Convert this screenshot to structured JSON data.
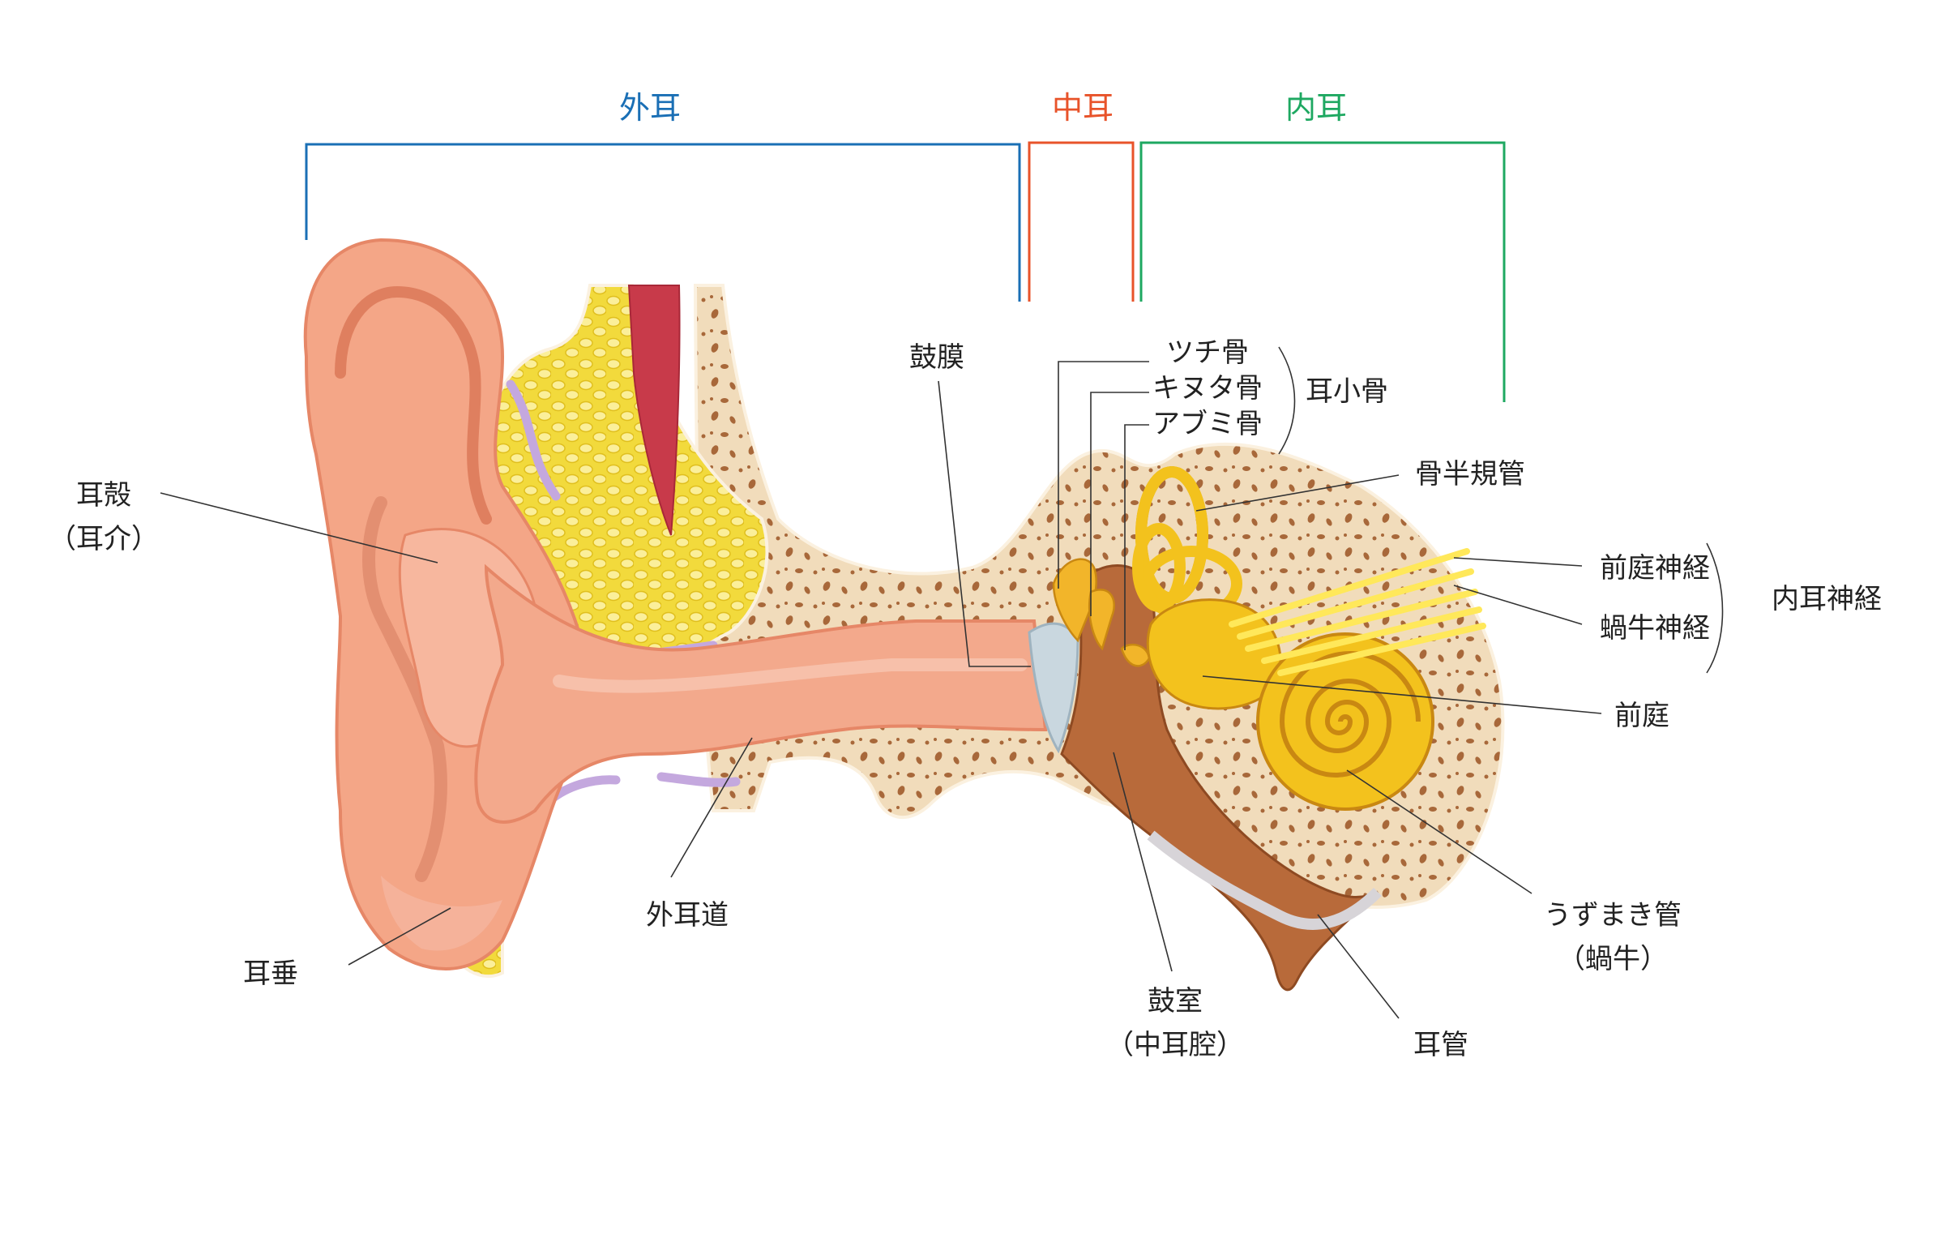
{
  "sections": {
    "outer": {
      "label": "外耳",
      "color": "#1a6fb5"
    },
    "middle": {
      "label": "中耳",
      "color": "#e8532a"
    },
    "inner": {
      "label": "内耳",
      "color": "#1ea861"
    }
  },
  "labels": {
    "pinna": "耳殻",
    "pinna_alt": "（耳介）",
    "lobe": "耳垂",
    "canal": "外耳道",
    "eardrum": "鼓膜",
    "malleus": "ツチ骨",
    "incus": "キヌタ骨",
    "stapes": "アブミ骨",
    "ossicles": "耳小骨",
    "semicircular": "骨半規管",
    "vestibular_nerve": "前庭神経",
    "cochlear_nerve": "蝸牛神経",
    "inner_ear_nerve": "内耳神経",
    "vestibule": "前庭",
    "cochlea": "うずまき管",
    "cochlea_alt": "（蝸牛）",
    "tympanic": "鼓室",
    "tympanic_alt": "（中耳腔）",
    "eustachian": "耳管"
  },
  "colors": {
    "skin_light": "#f5b49a",
    "skin_mid": "#ee9d7f",
    "skin_dark": "#df7f5f",
    "fat": "#f2da3c",
    "bone": "#f1dcbb",
    "bone_spot": "#a8683a",
    "cavity": "#b86a3a",
    "cochlea": "#f3c21d",
    "nerve": "#ffe85a",
    "eardrum": "#c9d7df",
    "vessel": "#c83a4a"
  }
}
